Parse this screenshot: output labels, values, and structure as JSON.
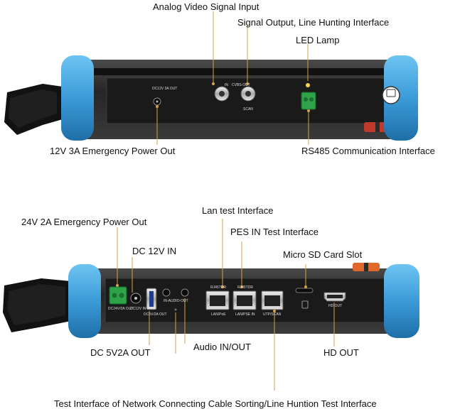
{
  "top_panel": {
    "labels": {
      "analog_video": "Analog Video Signal Input",
      "signal_output": "Signal Output, Line Hunting Interface",
      "led_lamp": "LED Lamp",
      "power_12v": "12V 3A Emergency Power Out",
      "rs485": "RS485 Communication Interface"
    },
    "printed": {
      "dc_out": "DC12V 3A OUT",
      "in": "IN",
      "cvbs_out": "CVBS-OUT",
      "scan": "SCAN"
    }
  },
  "bottom_panel": {
    "labels": {
      "power_24v": "24V 2A Emergency Power Out",
      "dc_in": "DC 12V IN",
      "lan_test": "Lan test Interface",
      "pes_in": "PES IN Test Interface",
      "micro_sd": "Micro SD Card Slot",
      "dc_5v": "DC 5V2A OUT",
      "audio": "Audio IN/OUT",
      "hd_out": "HD OUT",
      "network_test": "Test Interface of Network Connecting Cable Sorting/Line Huntion Test Interface"
    },
    "printed": {
      "rj45_1": "RJ45TDR",
      "rj45_2": "RJ45TDR",
      "lan_poe": "LAN/PoE",
      "lan_pse_in": "LAN/PSE IN",
      "utp_scan": "UTP/SCAN",
      "hd_out": "HD OUT",
      "dc24v": "DC24V/2A OUT",
      "dc12v_in": "DC12V IN",
      "dc5v": "DC5V/2A OUT",
      "audio": "IN-AUDIO-OUT"
    }
  },
  "colors": {
    "bumper": "#3b9bd8",
    "bumper_dark": "#1f6fa8",
    "body": "#2b2b2b",
    "panel": "#1a1a1a",
    "terminal": "#2fa34a",
    "leader": "#d4a24c"
  }
}
